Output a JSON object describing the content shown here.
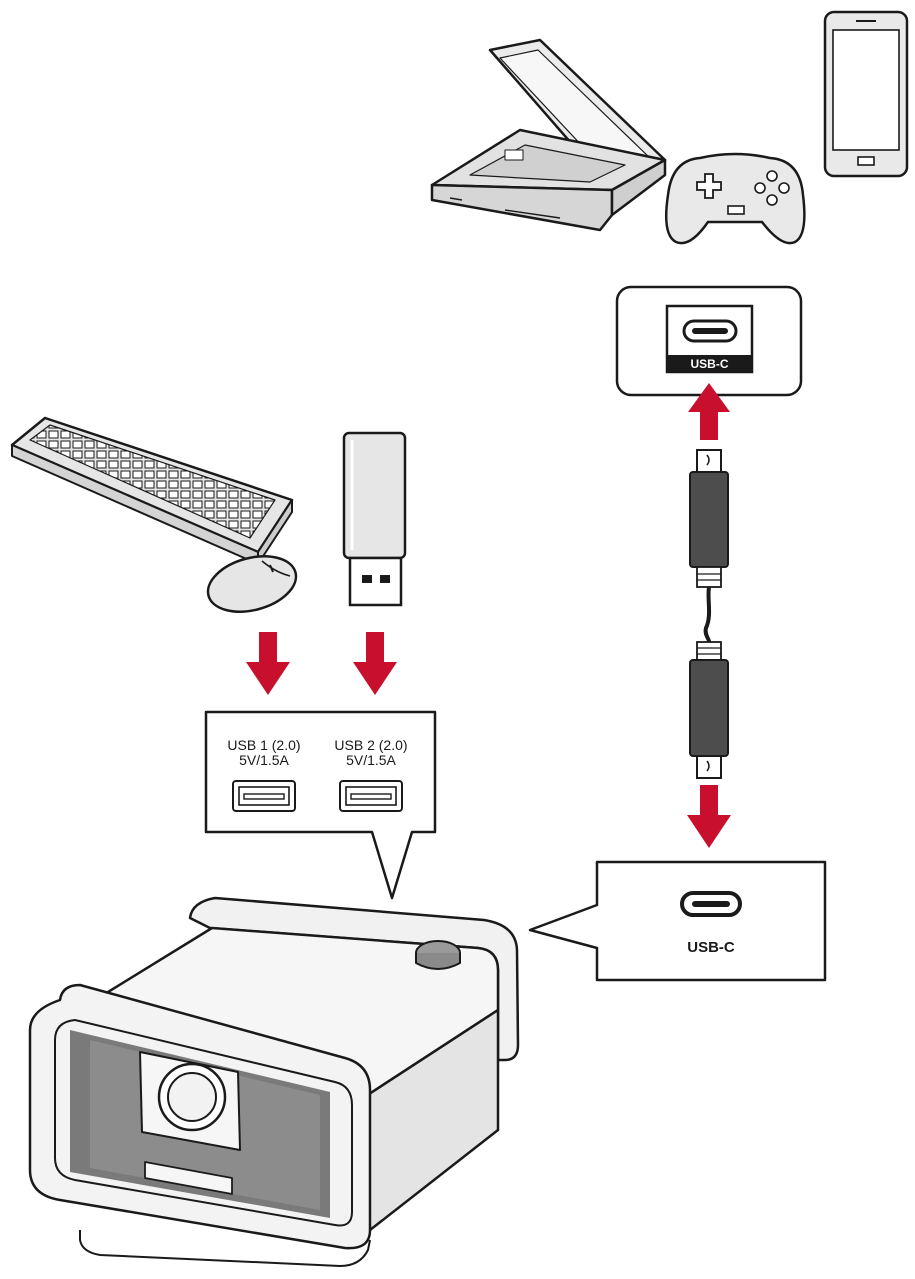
{
  "usb_panel": {
    "port1": {
      "name": "USB 1 (2.0)",
      "rating": "5V/1.5A"
    },
    "port2": {
      "name": "USB 2 (2.0)",
      "rating": "5V/1.5A"
    }
  },
  "source_port": {
    "label": "USB-C"
  },
  "projector_port": {
    "label": "USB-C"
  },
  "icons": {
    "source_devices": [
      "laptop-icon",
      "gamepad-icon",
      "smartphone-icon"
    ],
    "usb_devices": [
      "keyboard-icon",
      "mouse-icon",
      "usb-flash-drive-icon"
    ],
    "cable": "usb-c-cable-icon",
    "target": "projector-icon"
  },
  "colors": {
    "arrow": "#c8102e",
    "cable": "#4d4d4d",
    "outline": "#1a1a1a",
    "device_fill": "#e8e8e8"
  }
}
